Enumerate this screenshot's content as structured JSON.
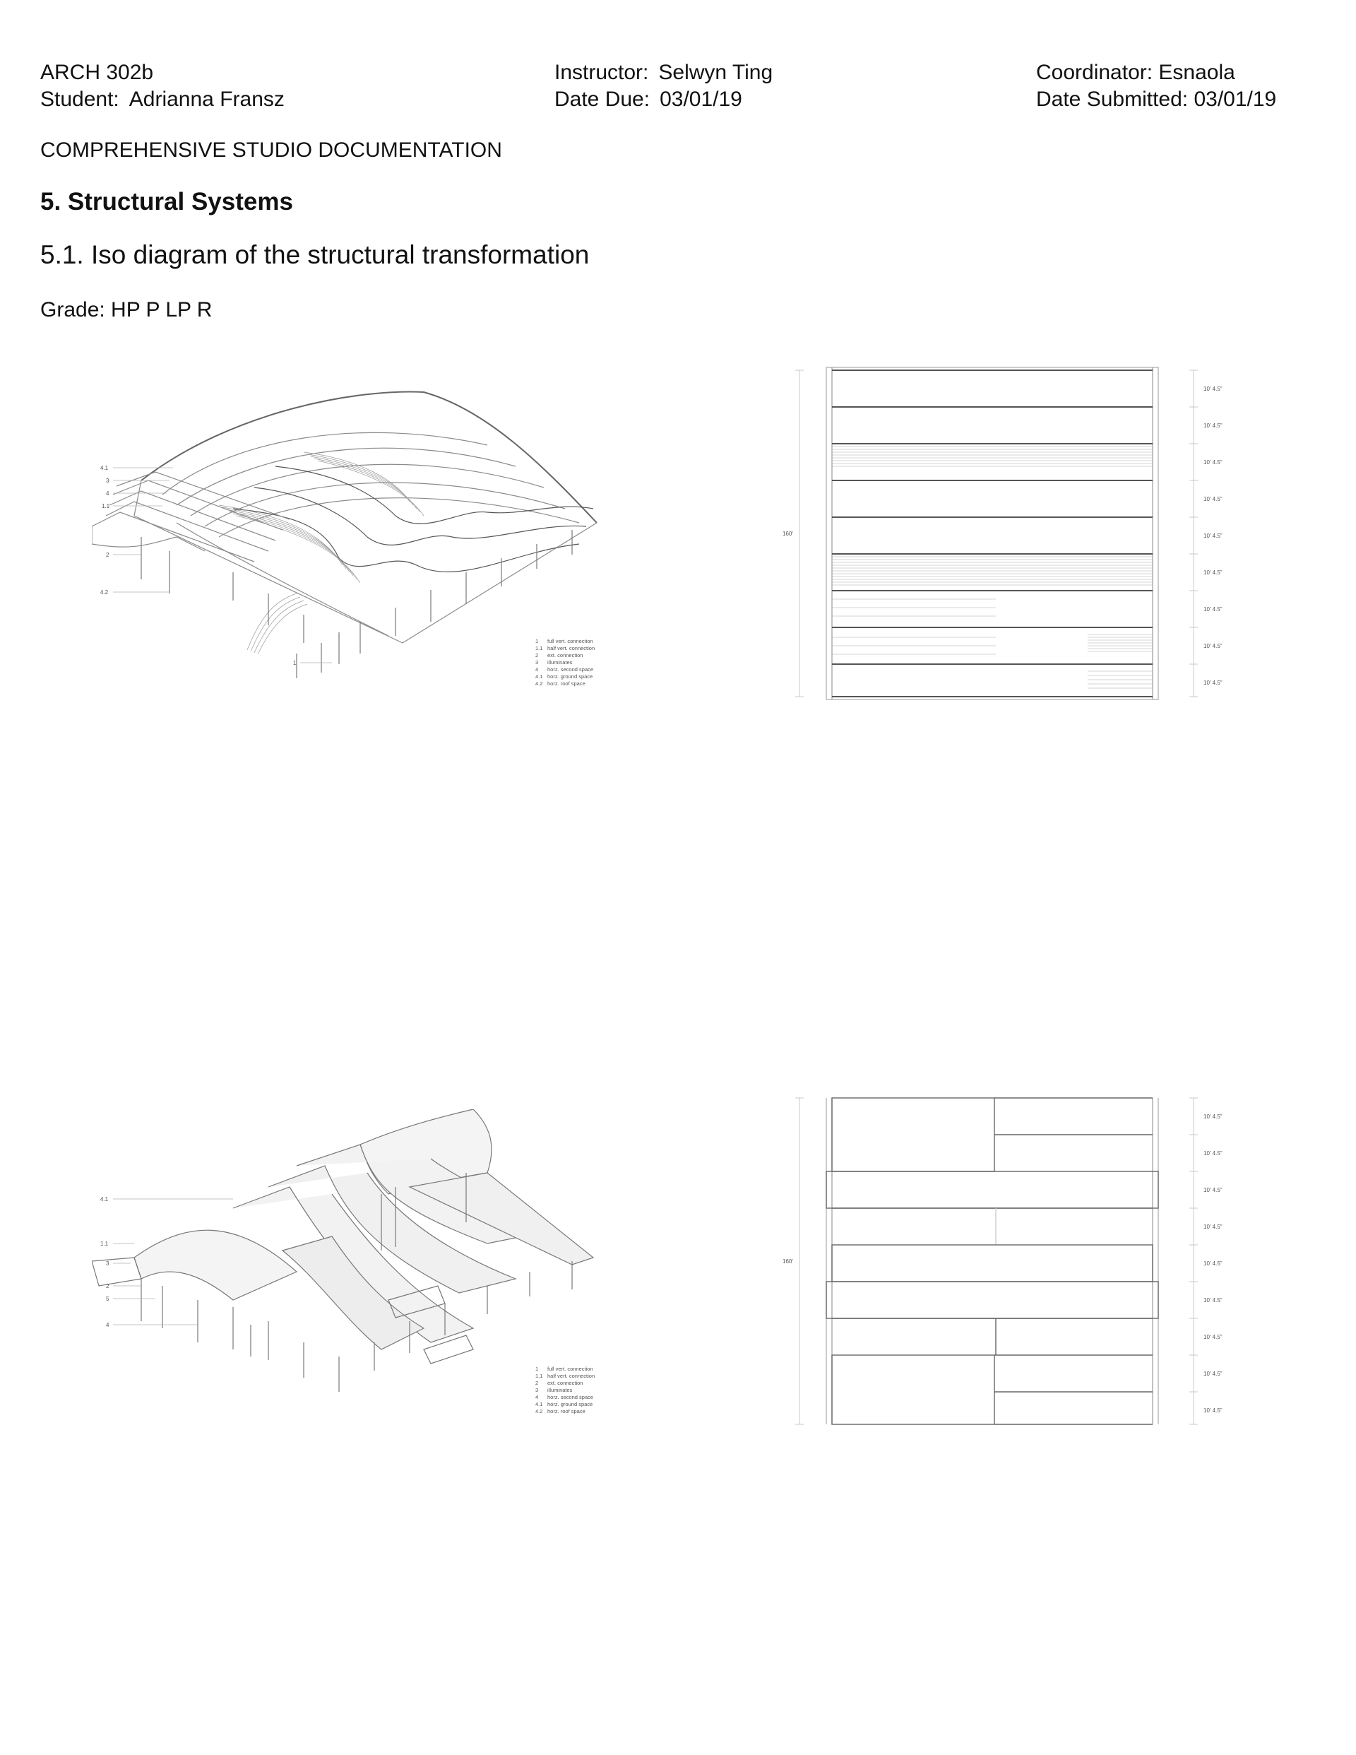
{
  "header": {
    "course": "ARCH 302b",
    "student_label": "Student:",
    "student_name": "Adrianna Fransz",
    "instructor_label": "Instructor:",
    "instructor_name": "Selwyn Ting",
    "due_label": "Date Due:",
    "due_date": "03/01/19",
    "coordinator": "Coordinator: Esnaola",
    "submitted": "Date Submitted: 03/01/19"
  },
  "doc_title": "COMPREHENSIVE STUDIO DOCUMENTATION",
  "section_title": "5. Structural Systems",
  "subsection_title": "5.1. Iso diagram of the structural transformation",
  "grade": "Grade: HP P LP R",
  "figures": {
    "iso_top": {
      "callouts": [
        "4.1",
        "3",
        "4",
        "1.1",
        "2",
        "4.2",
        "1"
      ],
      "legend": [
        {
          "num": "1",
          "text": "full vert. connection"
        },
        {
          "num": "1.1",
          "text": "half vert. connection"
        },
        {
          "num": "2",
          "text": "ext. connection"
        },
        {
          "num": "3",
          "text": "illuminates"
        },
        {
          "num": "4",
          "text": "horz. second space"
        },
        {
          "num": "4.1",
          "text": "horz. ground space"
        },
        {
          "num": "4.2",
          "text": "horz. roof space"
        }
      ]
    },
    "plan_top": {
      "overall_dim": "160'",
      "bay_dims": [
        "10' 4.5\"",
        "10' 4.5\"",
        "10' 4.5\"",
        "10' 4.5\"",
        "10' 4.5\"",
        "10' 4.5\"",
        "10' 4.5\"",
        "10' 4.5\"",
        "10' 4.5\""
      ]
    },
    "iso_bottom": {
      "callouts": [
        "4.1",
        "1.1",
        "3",
        "2",
        "5",
        "4"
      ],
      "legend": [
        {
          "num": "1",
          "text": "full vert. connection"
        },
        {
          "num": "1.1",
          "text": "half vert. connection"
        },
        {
          "num": "2",
          "text": "ext. connection"
        },
        {
          "num": "3",
          "text": "illuminates"
        },
        {
          "num": "4",
          "text": "horz. second space"
        },
        {
          "num": "4.1",
          "text": "horz. ground space"
        },
        {
          "num": "4.2",
          "text": "horz. roof space"
        }
      ]
    },
    "plan_bottom": {
      "overall_dim": "160'",
      "bay_dims": [
        "10' 4.5\"",
        "10' 4.5\"",
        "10' 4.5\"",
        "10' 4.5\"",
        "10' 4.5\"",
        "10' 4.5\"",
        "10' 4.5\"",
        "10' 4.5\"",
        "10' 4.5\""
      ]
    }
  }
}
